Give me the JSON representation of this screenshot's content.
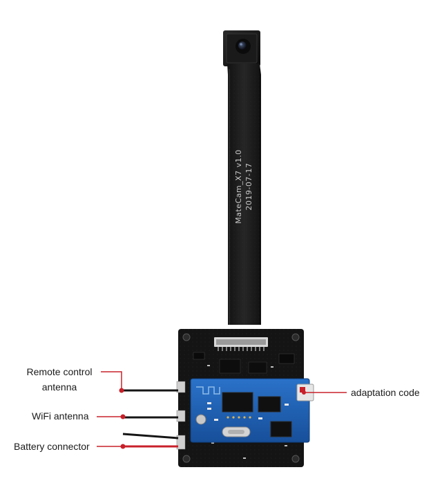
{
  "image": {
    "subject": "camera-module-board",
    "colors": {
      "background": "#ffffff",
      "ribbon": "#1c1c1c",
      "board_black": "#141414",
      "board_blue": "#1f63b8",
      "callout_line": "#c8202a",
      "label_text": "#1a1a1a"
    }
  },
  "ribbon_print": {
    "line1": "MateCam_X7  v1.0",
    "line2": "2019-07-17"
  },
  "callouts": {
    "remote_control": {
      "line1": "Remote control",
      "line2": "antenna"
    },
    "wifi": "WiFi antenna",
    "battery": "Battery connector",
    "adaptation": "adaptation code"
  }
}
